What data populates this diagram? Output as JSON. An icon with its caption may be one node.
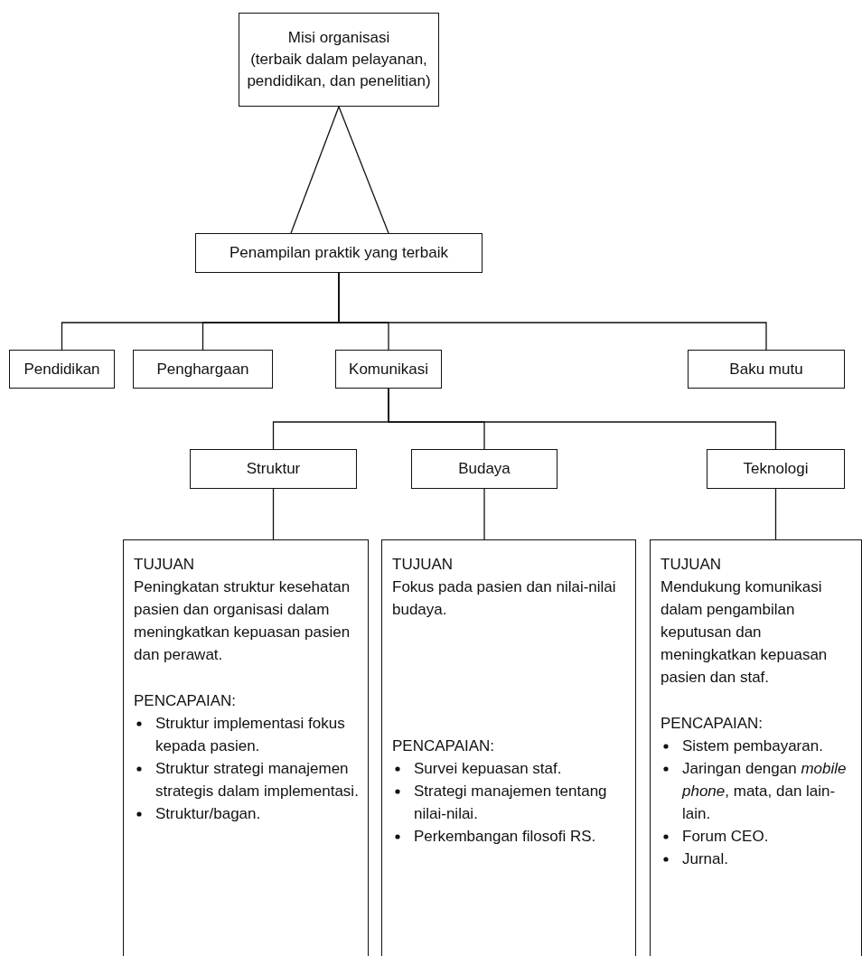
{
  "diagram": {
    "nodes": [
      {
        "text": [
          "Misi organisasi",
          "(terbaik dalam pelayanan, pendidikan, dan penelitian)"
        ]
      },
      {
        "text": [
          "Penampilan praktik yang terbaik"
        ]
      },
      {
        "text": [
          "Pendidikan"
        ]
      },
      {
        "text": [
          "Penghargaan"
        ]
      },
      {
        "text": [
          "Komunikasi"
        ]
      },
      {
        "text": [
          "Baku mutu"
        ]
      },
      {
        "text": [
          "Struktur"
        ]
      },
      {
        "text": [
          "Budaya"
        ]
      },
      {
        "text": [
          "Teknologi"
        ]
      },
      {
        "text": [
          "TUJUAN",
          "Peningkatan struktur kesehatan pasien dan organisasi dalam meningkatkan kepuasan pasien dan perawat.",
          "PENCAPAIAN:",
          "Struktur implementasi fokus kepada pasien.",
          "Struktur strategi manajemen strategis dalam implementasi.",
          "Struktur/bagan."
        ]
      },
      {
        "text": [
          "TUJUAN",
          "Fokus pada pasien dan nilai-nilai budaya.",
          "PENCAPAIAN:",
          "Survei kepuasan staf.",
          "Strategi manajemen tentang nilai-nilai.",
          "Perkembangan filosofi RS."
        ]
      },
      {
        "text": [
          "TUJUAN",
          "Mendukung komunikasi dalam pengambilan keputusan dan meningkatkan kepuasan pasien dan staf.",
          "PENCAPAIAN:",
          "Sistem pembayaran.",
          "Jaringan dengan *mobile phone*, mata, dan lain-lain.",
          "Forum CEO.",
          "Jurnal."
        ]
      }
    ],
    "edges": [
      {
        "from": 0,
        "to": 1,
        "arrow": "none"
      },
      {
        "from": 0,
        "to": 1,
        "arrow": "none"
      },
      {
        "from": 1,
        "to": 2,
        "arrow": "none"
      },
      {
        "from": 1,
        "to": 3,
        "arrow": "none"
      },
      {
        "from": 1,
        "to": 4,
        "arrow": "none"
      },
      {
        "from": 1,
        "to": 5,
        "arrow": "none"
      },
      {
        "from": 4,
        "to": 6,
        "arrow": "none"
      },
      {
        "from": 4,
        "to": 7,
        "arrow": "none"
      },
      {
        "from": 4,
        "to": 8,
        "arrow": "none"
      },
      {
        "from": 6,
        "to": 9,
        "arrow": "none"
      },
      {
        "from": 7,
        "to": 10,
        "arrow": "none"
      },
      {
        "from": 8,
        "to": 11,
        "arrow": "none"
      }
    ]
  }
}
